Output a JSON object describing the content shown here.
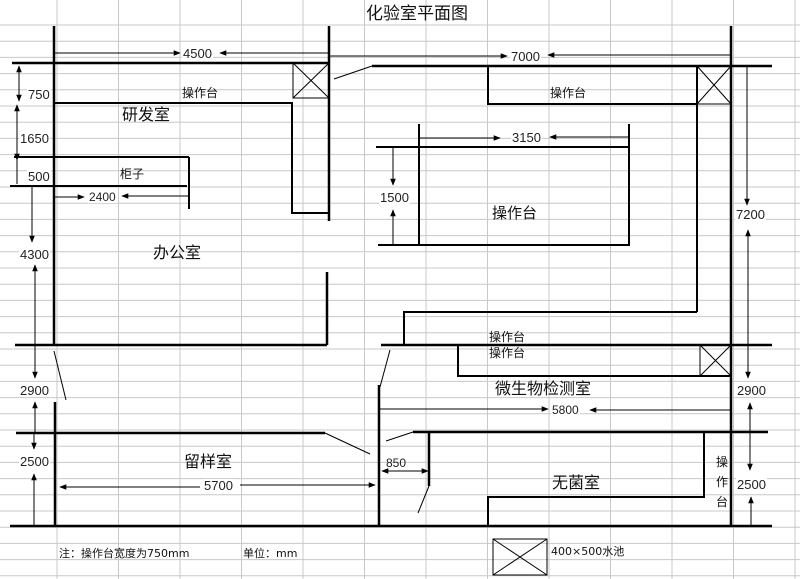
{
  "title": "化验室平面图",
  "colors": {
    "line": "#000000",
    "grid": "#c8c8c8",
    "background": "#ffffff"
  },
  "rooms": {
    "rd": "研发室",
    "office": "办公室",
    "micro": "微生物检测室",
    "sample": "留样室",
    "sterile": "无菌室"
  },
  "benches": {
    "rd_bench": "操作台",
    "top_right_bench": "操作台",
    "center_bench": "操作台",
    "micro_bench_upper": "操作台",
    "micro_bench_lower": "操作台",
    "sterile_side_bench": [
      "操",
      "作",
      "台"
    ]
  },
  "cabinet": "柜子",
  "dimensions": {
    "top_left_width": "4500",
    "top_right_width": "7000",
    "rd_bench_depth": "750",
    "rd_room_depth": "1650",
    "cabinet_depth": "500",
    "cabinet_width": "2400",
    "office_depth": "4300",
    "corridor_left": "2900",
    "sample_depth": "2500",
    "sample_width": "5700",
    "door_width": "850",
    "center_bench_width": "3150",
    "center_bench_depth": "1500",
    "right_total_depth": "7200",
    "micro_width": "5800",
    "micro_depth": "2900",
    "sterile_depth": "2500"
  },
  "notes": {
    "bench_width_note": "注：操作台宽度为750mm",
    "unit_note": "单位：mm"
  },
  "legend": {
    "sink_icon": "sink-icon",
    "sink_label": "400×500水池"
  }
}
